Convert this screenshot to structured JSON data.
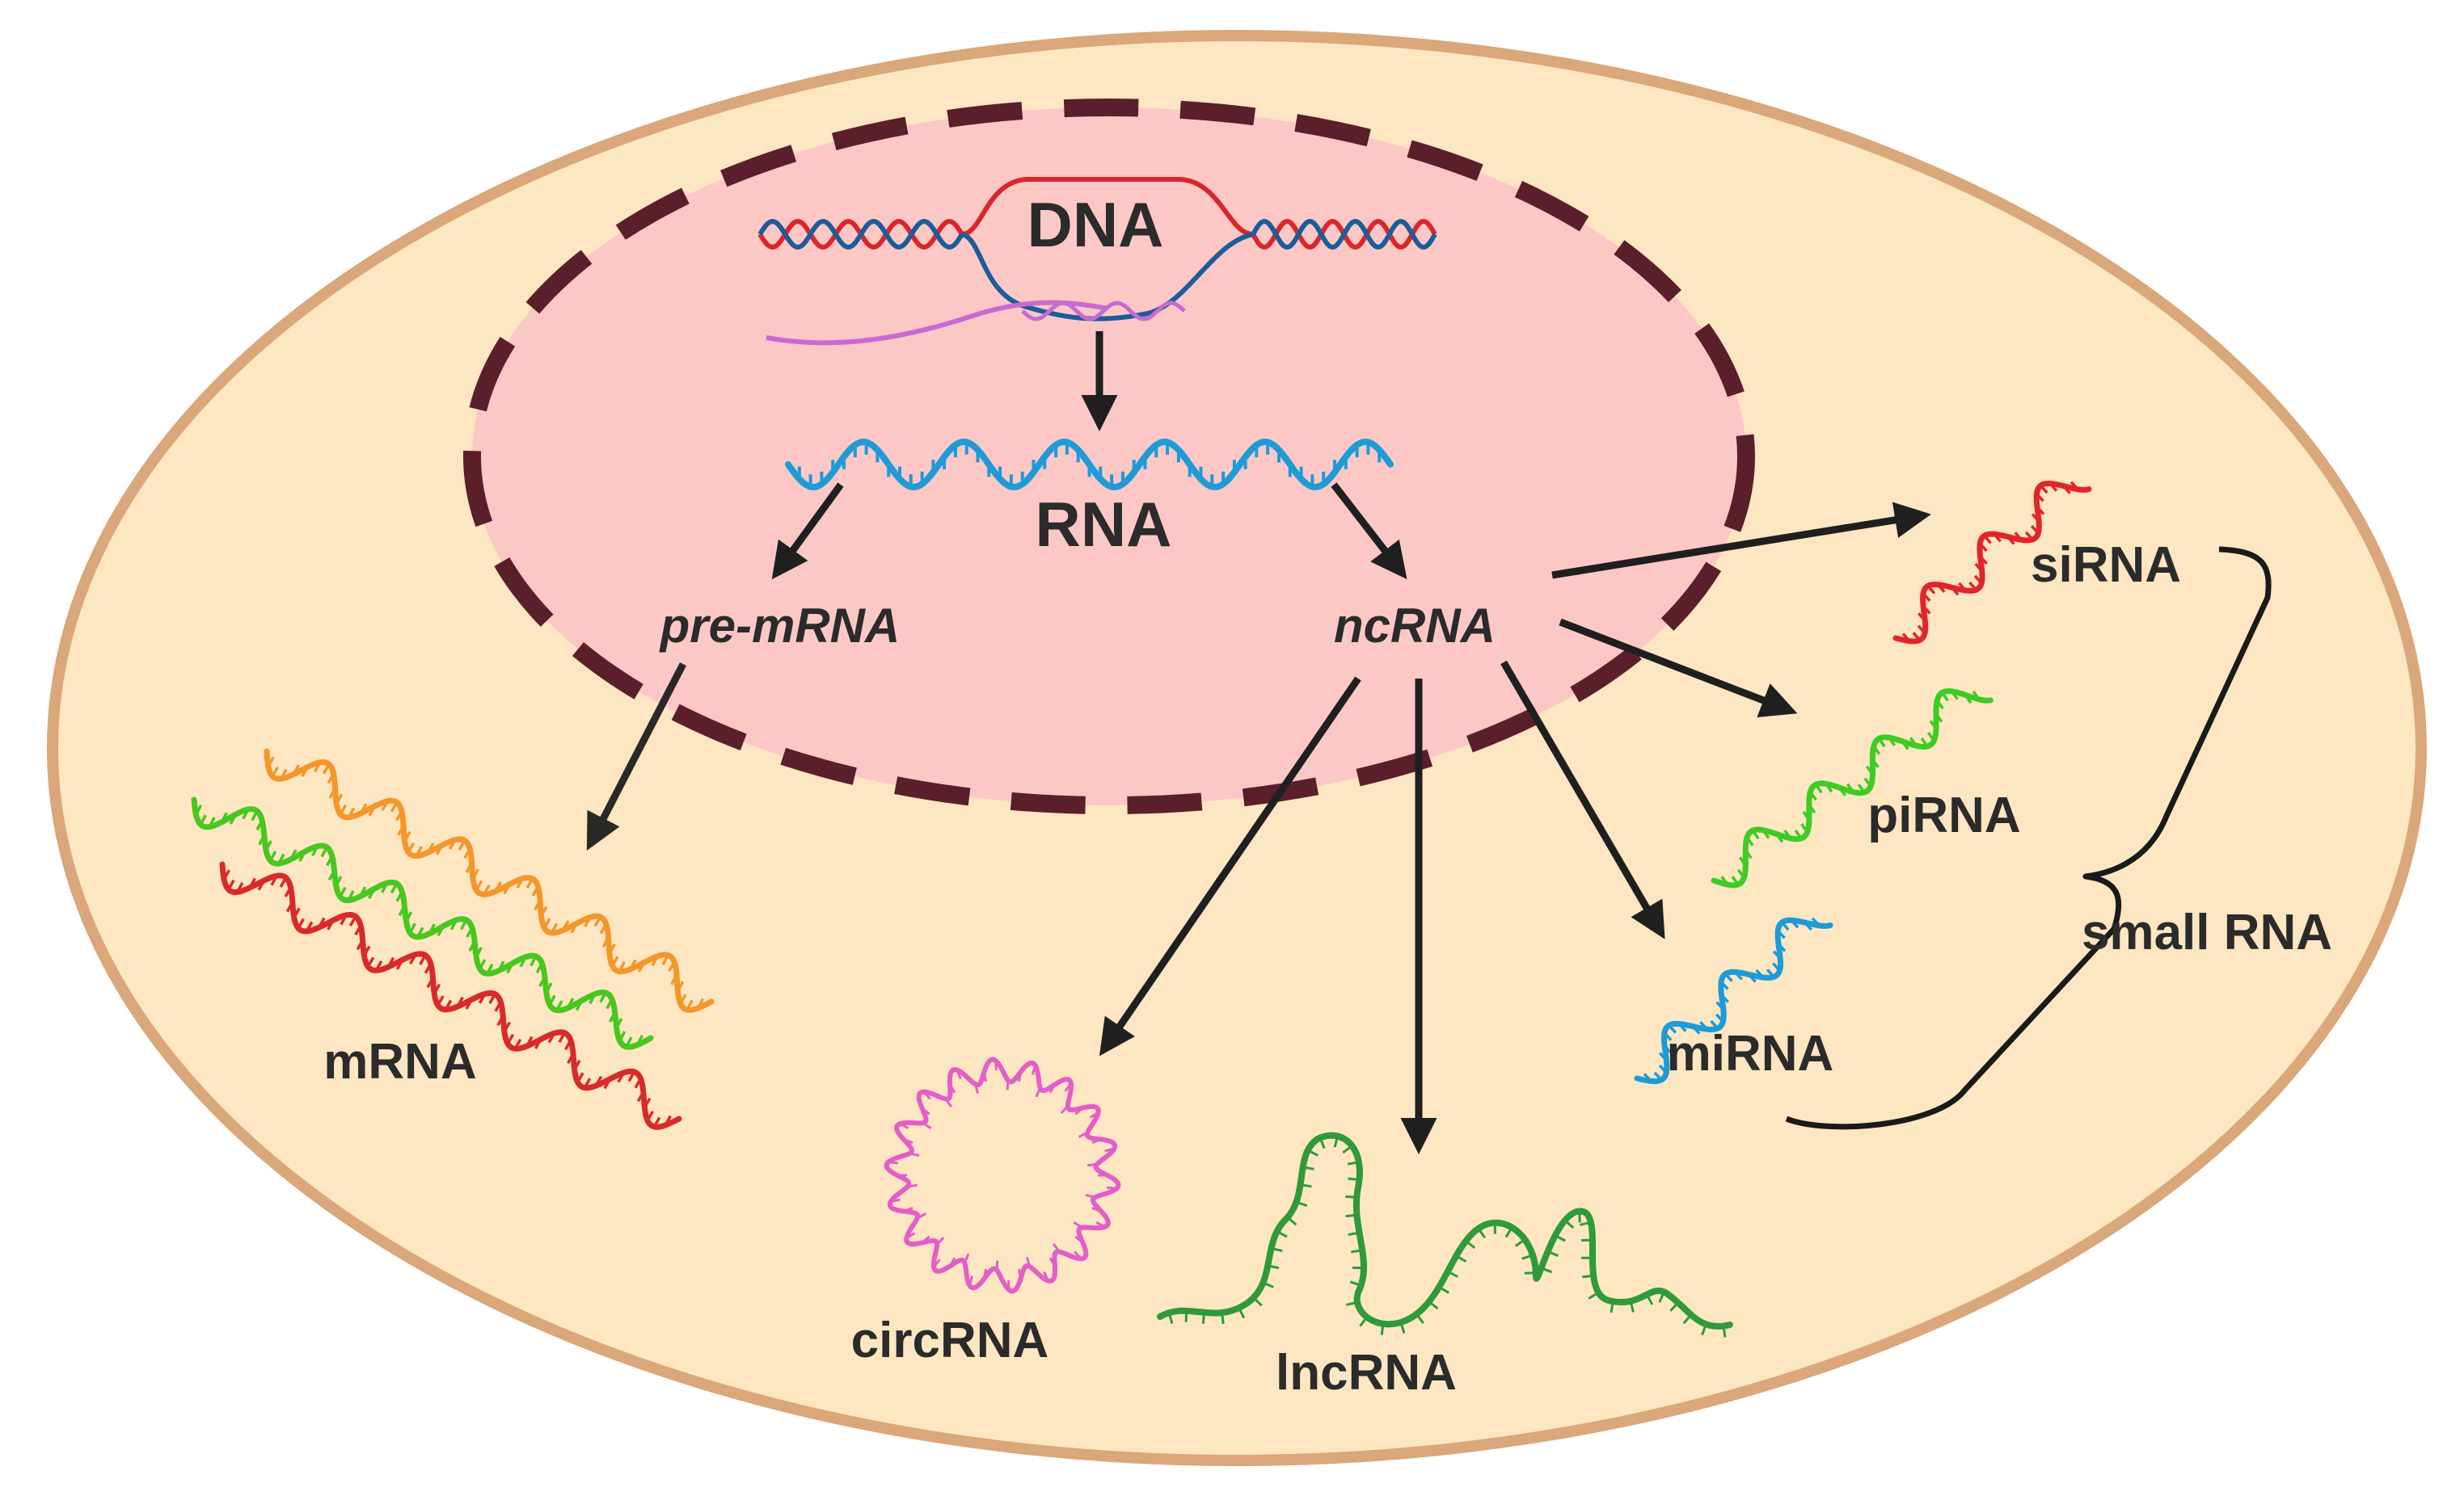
{
  "labels": {
    "dna": "DNA",
    "rna": "RNA",
    "pre_mrna": "pre-mRNA",
    "ncrna": "ncRNA",
    "mrna": "mRNA",
    "circrna": "circRNA",
    "lncrna": "lncRNA",
    "mirna": "miRNA",
    "pirna": "piRNA",
    "sirna": "siRNA",
    "small_rna": "small RNA"
  },
  "colors": {
    "cell_fill": "#fde6c2",
    "cell_border": "#d9a77a",
    "nucleus_fill": "#fcc8c6",
    "nucleus_border": "#5a1f2a",
    "dna_red": "#d9262b",
    "dna_blue": "#1b5d9b",
    "rna_blue": "#1e9bd7",
    "transcript_pink": "#c86ad0",
    "mrna_orange": "#f5962a",
    "mrna_green": "#49c71f",
    "mrna_red": "#d92a2a",
    "circ_pink": "#e45ec8",
    "lnc_green": "#2f9a3a",
    "mi_blue": "#1e9bd7",
    "pi_green": "#3fcb25",
    "si_red": "#e0262b",
    "arrow": "#1f1f1f"
  }
}
